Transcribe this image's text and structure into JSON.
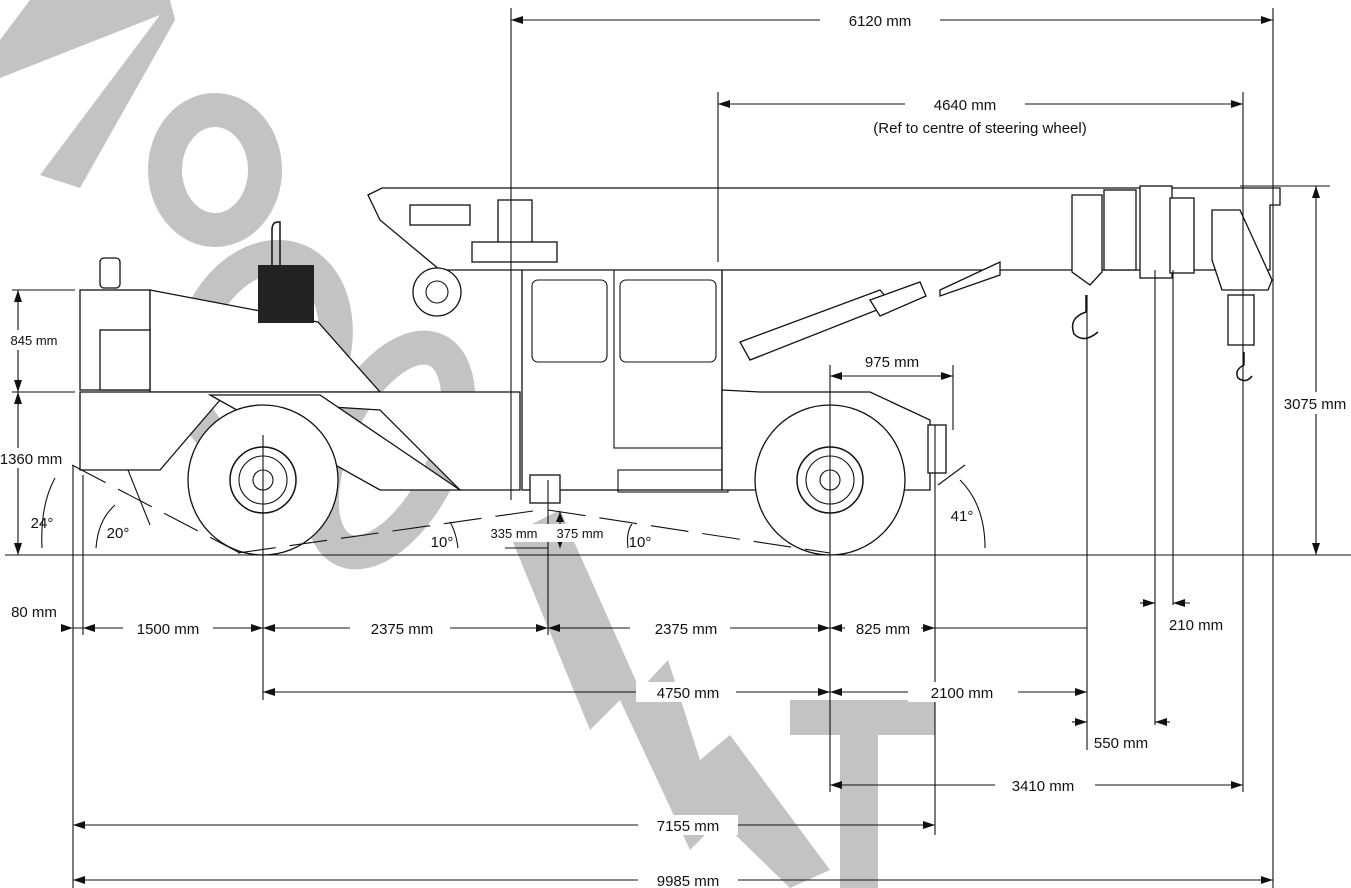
{
  "diagram": {
    "overall_length": "9985 mm",
    "wheelbase": "4750 mm",
    "front_overhang_total": "7155 mm",
    "boom_length": "6120 mm",
    "steering_ref": "4640 mm",
    "steering_ref_note": "(Ref to centre of steering wheel)",
    "height": "3075 mm",
    "rear_upper_height": "845 mm",
    "rear_lower_height": "1360 mm",
    "rear_offset": "80 mm",
    "rear_to_axle": "1500 mm",
    "axle_to_centre_left": "2375 mm",
    "axle_to_centre_right": "2375 mm",
    "front_axle_to_bumper": "825 mm",
    "front_axle_to_hook": "2100 mm",
    "front_axle_to_tip": "3410 mm",
    "front_bumper_width": "975 mm",
    "hook_spacing_1": "550 mm",
    "hook_spacing_2": "210 mm",
    "ground_clear_a": "335 mm",
    "ground_clear_b": "375 mm",
    "angle_rear_departure": "24°",
    "angle_rear_tyre": "20°",
    "angle_belly_left": "10°",
    "angle_belly_right": "10°",
    "angle_front_approach": "41°",
    "watermark": "1800WT"
  }
}
